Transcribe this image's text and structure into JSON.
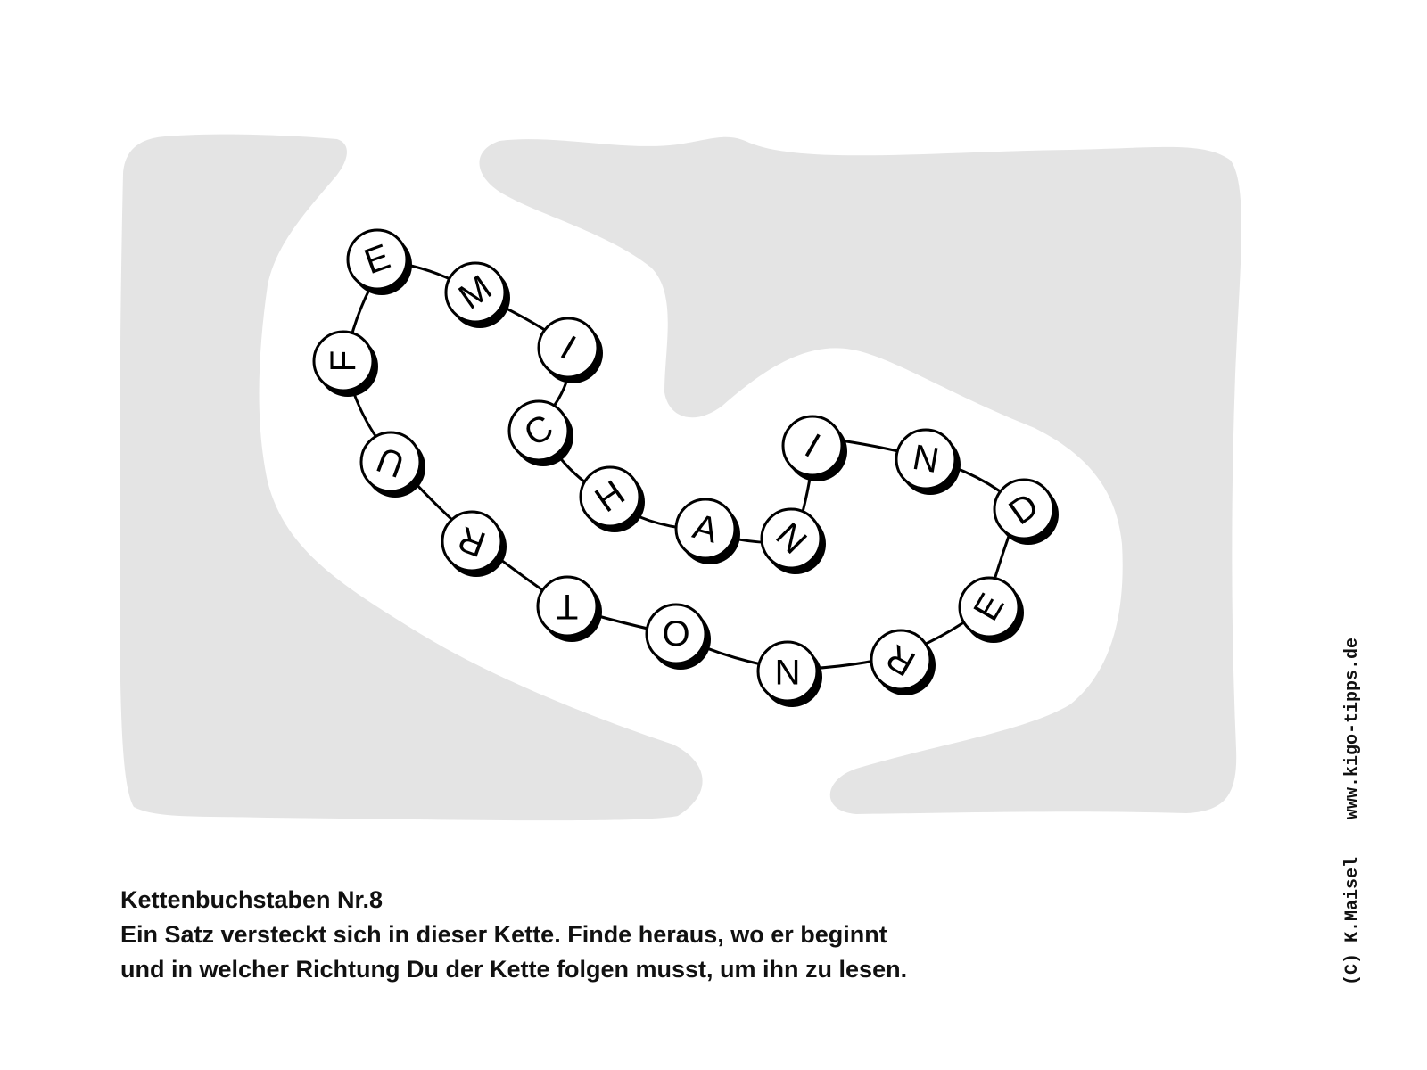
{
  "colors": {
    "background_shape": "#e4e4e4",
    "bead_fill": "#ffffff",
    "bead_shadow": "#000000",
    "chain": "#000000",
    "text": "#111111"
  },
  "puzzle": {
    "chain_letters": [
      "E",
      "M",
      "I",
      "C",
      "H",
      "A",
      "N",
      "I",
      "N",
      "D",
      "E",
      "R",
      "N",
      "O",
      "T",
      "R",
      "U",
      "F"
    ]
  },
  "caption": {
    "title": "Kettenbuchstaben Nr.8",
    "line1": "Ein Satz versteckt sich in dieser Kette. Finde heraus, wo er beginnt",
    "line2": "und in welcher Richtung Du der Kette folgen musst, um ihn zu lesen."
  },
  "credits": {
    "author": "(C) K.Maisel",
    "website": "www.kigo-tipps.de"
  }
}
